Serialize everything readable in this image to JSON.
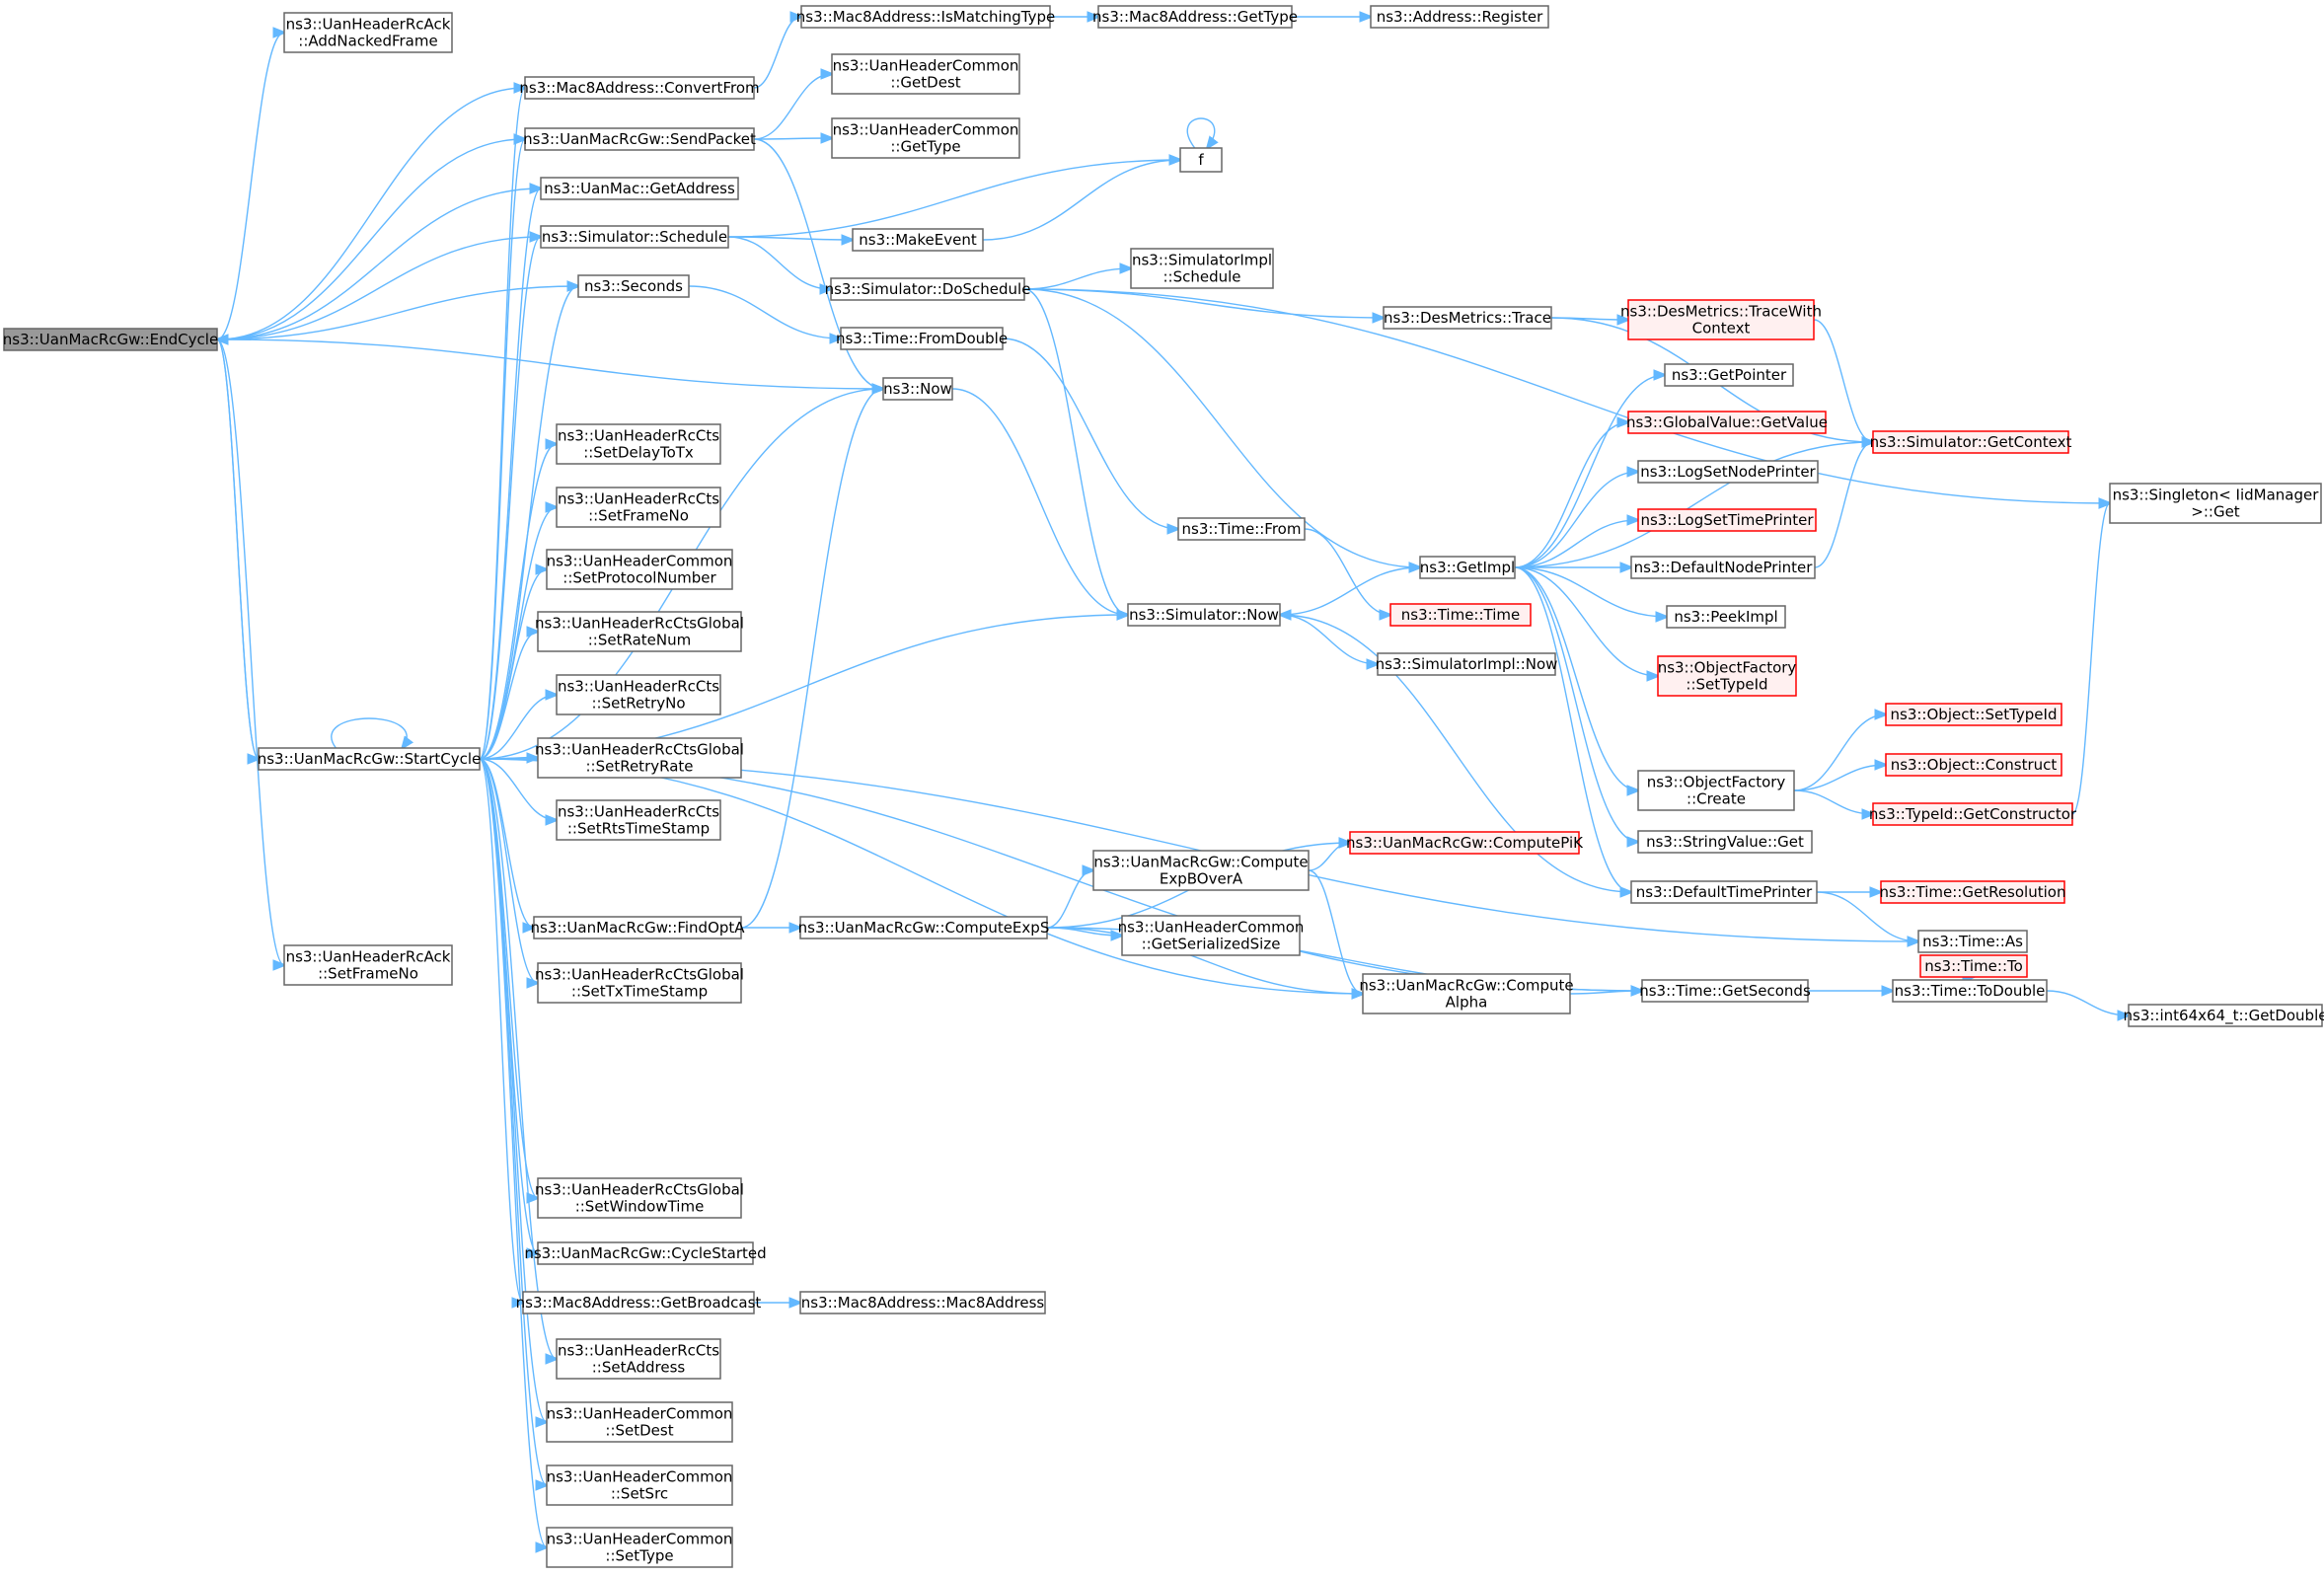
{
  "nodes": [
    {
      "id": "endcycle",
      "lines": [
        "ns3::UanMacRcGw::EndCycle"
      ],
      "kind": "highlight"
    },
    {
      "id": "addnacked",
      "lines": [
        "ns3::UanHeaderRcAck",
        "::AddNackedFrame"
      ]
    },
    {
      "id": "convertfrom",
      "lines": [
        "ns3::Mac8Address::ConvertFrom"
      ]
    },
    {
      "id": "sendpacket",
      "lines": [
        "ns3::UanMacRcGw::SendPacket"
      ]
    },
    {
      "id": "uangetaddr",
      "lines": [
        "ns3::UanMac::GetAddress"
      ]
    },
    {
      "id": "schedule",
      "lines": [
        "ns3::Simulator::Schedule"
      ]
    },
    {
      "id": "seconds",
      "lines": [
        "ns3::Seconds"
      ]
    },
    {
      "id": "startcycle",
      "lines": [
        "ns3::UanMacRcGw::StartCycle"
      ]
    },
    {
      "id": "ackframeno",
      "lines": [
        "ns3::UanHeaderRcAck",
        "::SetFrameNo"
      ]
    },
    {
      "id": "ismatching",
      "lines": [
        "ns3::Mac8Address::IsMatchingType"
      ]
    },
    {
      "id": "hcgetdest",
      "lines": [
        "ns3::UanHeaderCommon",
        "::GetDest"
      ]
    },
    {
      "id": "hcgettype",
      "lines": [
        "ns3::UanHeaderCommon",
        "::GetType"
      ]
    },
    {
      "id": "makeevent",
      "lines": [
        "ns3::MakeEvent"
      ]
    },
    {
      "id": "doschedule",
      "lines": [
        "ns3::Simulator::DoSchedule"
      ]
    },
    {
      "id": "fromdouble",
      "lines": [
        "ns3::Time::FromDouble"
      ]
    },
    {
      "id": "now",
      "lines": [
        "ns3::Now"
      ]
    },
    {
      "id": "setdelaytotx",
      "lines": [
        "ns3::UanHeaderRcCts",
        "::SetDelayToTx"
      ]
    },
    {
      "id": "ctssetframeno",
      "lines": [
        "ns3::UanHeaderRcCts",
        "::SetFrameNo"
      ]
    },
    {
      "id": "setprotocol",
      "lines": [
        "ns3::UanHeaderCommon",
        "::SetProtocolNumber"
      ]
    },
    {
      "id": "setratenum",
      "lines": [
        "ns3::UanHeaderRcCtsGlobal",
        "::SetRateNum"
      ]
    },
    {
      "id": "setretryno",
      "lines": [
        "ns3::UanHeaderRcCts",
        "::SetRetryNo"
      ]
    },
    {
      "id": "setretryrate",
      "lines": [
        "ns3::UanHeaderRcCtsGlobal",
        "::SetRetryRate"
      ]
    },
    {
      "id": "setrtsts",
      "lines": [
        "ns3::UanHeaderRcCts",
        "::SetRtsTimeStamp"
      ]
    },
    {
      "id": "findopta",
      "lines": [
        "ns3::UanMacRcGw::FindOptA"
      ]
    },
    {
      "id": "settxts",
      "lines": [
        "ns3::UanHeaderRcCtsGlobal",
        "::SetTxTimeStamp"
      ]
    },
    {
      "id": "setwindow",
      "lines": [
        "ns3::UanHeaderRcCtsGlobal",
        "::SetWindowTime"
      ]
    },
    {
      "id": "cyclestarted",
      "lines": [
        "ns3::UanMacRcGw::CycleStarted"
      ]
    },
    {
      "id": "getbroadcast",
      "lines": [
        "ns3::Mac8Address::GetBroadcast"
      ]
    },
    {
      "id": "ctssetaddr",
      "lines": [
        "ns3::UanHeaderRcCts",
        "::SetAddress"
      ]
    },
    {
      "id": "hcsetdest",
      "lines": [
        "ns3::UanHeaderCommon",
        "::SetDest"
      ]
    },
    {
      "id": "hcsetsrc",
      "lines": [
        "ns3::UanHeaderCommon",
        "::SetSrc"
      ]
    },
    {
      "id": "hcsettype",
      "lines": [
        "ns3::UanHeaderCommon",
        "::SetType"
      ]
    },
    {
      "id": "mac8gettype",
      "lines": [
        "ns3::Mac8Address::GetType"
      ]
    },
    {
      "id": "addrregister",
      "lines": [
        "ns3::Address::Register"
      ]
    },
    {
      "id": "f",
      "lines": [
        "f"
      ]
    },
    {
      "id": "implschedule",
      "lines": [
        "ns3::SimulatorImpl",
        "::Schedule"
      ]
    },
    {
      "id": "timefrom",
      "lines": [
        "ns3::Time::From"
      ]
    },
    {
      "id": "simnow",
      "lines": [
        "ns3::Simulator::Now"
      ]
    },
    {
      "id": "computeexps",
      "lines": [
        "ns3::UanMacRcGw::ComputeExpS"
      ]
    },
    {
      "id": "expbovera",
      "lines": [
        "ns3::UanMacRcGw::Compute",
        "ExpBOverA"
      ]
    },
    {
      "id": "getsersize",
      "lines": [
        "ns3::UanHeaderCommon",
        "::GetSerializedSize"
      ]
    },
    {
      "id": "mac8ctor",
      "lines": [
        "ns3::Mac8Address::Mac8Address"
      ]
    },
    {
      "id": "destrace",
      "lines": [
        "ns3::DesMetrics::Trace"
      ]
    },
    {
      "id": "getimpl",
      "lines": [
        "ns3::GetImpl"
      ]
    },
    {
      "id": "timetime",
      "lines": [
        "ns3::Time::Time"
      ],
      "kind": "red"
    },
    {
      "id": "implnow",
      "lines": [
        "ns3::SimulatorImpl::Now"
      ]
    },
    {
      "id": "computepik",
      "lines": [
        "ns3::UanMacRcGw::ComputePiK"
      ],
      "kind": "red"
    },
    {
      "id": "computealpha",
      "lines": [
        "ns3::UanMacRcGw::Compute",
        "Alpha"
      ]
    },
    {
      "id": "timegetseconds",
      "lines": [
        "ns3::Time::GetSeconds"
      ]
    },
    {
      "id": "tracewithctx",
      "lines": [
        "ns3::DesMetrics::TraceWith",
        "Context"
      ],
      "kind": "red"
    },
    {
      "id": "getpointer",
      "lines": [
        "ns3::GetPointer"
      ]
    },
    {
      "id": "gvgetvalue",
      "lines": [
        "ns3::GlobalValue::GetValue"
      ],
      "kind": "red"
    },
    {
      "id": "lognodeprinter",
      "lines": [
        "ns3::LogSetNodePrinter"
      ]
    },
    {
      "id": "logtimeprinter",
      "lines": [
        "ns3::LogSetTimePrinter"
      ],
      "kind": "red"
    },
    {
      "id": "defnodeprinter",
      "lines": [
        "ns3::DefaultNodePrinter"
      ]
    },
    {
      "id": "peekimpl",
      "lines": [
        "ns3::PeekImpl"
      ]
    },
    {
      "id": "ofsettypeid",
      "lines": [
        "ns3::ObjectFactory",
        "::SetTypeId"
      ],
      "kind": "red"
    },
    {
      "id": "ofcreate",
      "lines": [
        "ns3::ObjectFactory",
        "::Create"
      ]
    },
    {
      "id": "strvalget",
      "lines": [
        "ns3::StringValue::Get"
      ]
    },
    {
      "id": "deftimeprinter",
      "lines": [
        "ns3::DefaultTimePrinter"
      ]
    },
    {
      "id": "timeas",
      "lines": [
        "ns3::Time::As"
      ]
    },
    {
      "id": "timetodouble",
      "lines": [
        "ns3::Time::ToDouble"
      ]
    },
    {
      "id": "getcontext",
      "lines": [
        "ns3::Simulator::GetContext"
      ],
      "kind": "red"
    },
    {
      "id": "objsettypeid",
      "lines": [
        "ns3::Object::SetTypeId"
      ],
      "kind": "red"
    },
    {
      "id": "objconstruct",
      "lines": [
        "ns3::Object::Construct"
      ],
      "kind": "red"
    },
    {
      "id": "getconstructor",
      "lines": [
        "ns3::TypeId::GetConstructor"
      ],
      "kind": "red"
    },
    {
      "id": "getresolution",
      "lines": [
        "ns3::Time::GetResolution"
      ],
      "kind": "red"
    },
    {
      "id": "timeto",
      "lines": [
        "ns3::Time::To"
      ],
      "kind": "red"
    },
    {
      "id": "getdouble",
      "lines": [
        "ns3::int64x64_t::GetDouble"
      ]
    },
    {
      "id": "singletonget",
      "lines": [
        "ns3::Singleton< IidManager",
        ">::Get"
      ]
    }
  ],
  "edges": [
    [
      "endcycle",
      "addnacked"
    ],
    [
      "endcycle",
      "convertfrom"
    ],
    [
      "endcycle",
      "sendpacket"
    ],
    [
      "endcycle",
      "uangetaddr"
    ],
    [
      "endcycle",
      "schedule"
    ],
    [
      "endcycle",
      "seconds"
    ],
    [
      "endcycle",
      "now"
    ],
    [
      "endcycle",
      "startcycle"
    ],
    [
      "endcycle",
      "ackframeno"
    ],
    [
      "convertfrom",
      "ismatching"
    ],
    [
      "ismatching",
      "mac8gettype"
    ],
    [
      "mac8gettype",
      "addrregister"
    ],
    [
      "sendpacket",
      "hcgetdest"
    ],
    [
      "sendpacket",
      "hcgettype"
    ],
    [
      "sendpacket",
      "now"
    ],
    [
      "schedule",
      "f"
    ],
    [
      "schedule",
      "makeevent"
    ],
    [
      "schedule",
      "doschedule"
    ],
    [
      "makeevent",
      "f"
    ],
    [
      "f",
      "f"
    ],
    [
      "seconds",
      "fromdouble"
    ],
    [
      "fromdouble",
      "timefrom"
    ],
    [
      "timefrom",
      "timetime"
    ],
    [
      "doschedule",
      "implschedule"
    ],
    [
      "doschedule",
      "destrace"
    ],
    [
      "doschedule",
      "getimpl"
    ],
    [
      "doschedule",
      "simnow"
    ],
    [
      "doschedule",
      "singletonget"
    ],
    [
      "destrace",
      "tracewithctx"
    ],
    [
      "destrace",
      "getcontext"
    ],
    [
      "tracewithctx",
      "getcontext"
    ],
    [
      "now",
      "simnow"
    ],
    [
      "simnow",
      "getimpl"
    ],
    [
      "simnow",
      "implnow"
    ],
    [
      "getimpl",
      "getpointer"
    ],
    [
      "getimpl",
      "gvgetvalue"
    ],
    [
      "getimpl",
      "lognodeprinter"
    ],
    [
      "getimpl",
      "logtimeprinter"
    ],
    [
      "getimpl",
      "defnodeprinter"
    ],
    [
      "getimpl",
      "peekimpl"
    ],
    [
      "getimpl",
      "ofsettypeid"
    ],
    [
      "getimpl",
      "ofcreate"
    ],
    [
      "getimpl",
      "strvalget"
    ],
    [
      "getimpl",
      "deftimeprinter"
    ],
    [
      "getimpl",
      "getcontext"
    ],
    [
      "defnodeprinter",
      "getcontext"
    ],
    [
      "deftimeprinter",
      "simnow"
    ],
    [
      "deftimeprinter",
      "getresolution"
    ],
    [
      "deftimeprinter",
      "timeas"
    ],
    [
      "ofcreate",
      "objsettypeid"
    ],
    [
      "ofcreate",
      "objconstruct"
    ],
    [
      "ofcreate",
      "getconstructor"
    ],
    [
      "getconstructor",
      "singletonget"
    ],
    [
      "startcycle",
      "startcycle"
    ],
    [
      "startcycle",
      "endcycle"
    ],
    [
      "startcycle",
      "convertfrom"
    ],
    [
      "startcycle",
      "sendpacket"
    ],
    [
      "startcycle",
      "uangetaddr"
    ],
    [
      "startcycle",
      "schedule"
    ],
    [
      "startcycle",
      "seconds"
    ],
    [
      "startcycle",
      "now"
    ],
    [
      "startcycle",
      "setdelaytotx"
    ],
    [
      "startcycle",
      "ctssetframeno"
    ],
    [
      "startcycle",
      "setprotocol"
    ],
    [
      "startcycle",
      "setratenum"
    ],
    [
      "startcycle",
      "setretryno"
    ],
    [
      "startcycle",
      "setretryrate"
    ],
    [
      "startcycle",
      "setrtsts"
    ],
    [
      "startcycle",
      "findopta"
    ],
    [
      "startcycle",
      "settxts"
    ],
    [
      "startcycle",
      "setwindow"
    ],
    [
      "startcycle",
      "cyclestarted"
    ],
    [
      "startcycle",
      "getbroadcast"
    ],
    [
      "startcycle",
      "ctssetaddr"
    ],
    [
      "startcycle",
      "hcsetdest"
    ],
    [
      "startcycle",
      "hcsetsrc"
    ],
    [
      "startcycle",
      "hcsettype"
    ],
    [
      "startcycle",
      "simnow"
    ],
    [
      "startcycle",
      "computealpha"
    ],
    [
      "startcycle",
      "timegetseconds"
    ],
    [
      "startcycle",
      "timeas"
    ],
    [
      "findopta",
      "computeexps"
    ],
    [
      "findopta",
      "now"
    ],
    [
      "computeexps",
      "expbovera"
    ],
    [
      "computeexps",
      "getsersize"
    ],
    [
      "computeexps",
      "computealpha"
    ],
    [
      "computeexps",
      "computepik"
    ],
    [
      "computeexps",
      "timegetseconds"
    ],
    [
      "expbovera",
      "computepik"
    ],
    [
      "expbovera",
      "computealpha"
    ],
    [
      "computealpha",
      "timegetseconds"
    ],
    [
      "timegetseconds",
      "timetodouble"
    ],
    [
      "timetodouble",
      "timeto"
    ],
    [
      "timetodouble",
      "getdouble"
    ],
    [
      "getbroadcast",
      "mac8ctor"
    ]
  ]
}
